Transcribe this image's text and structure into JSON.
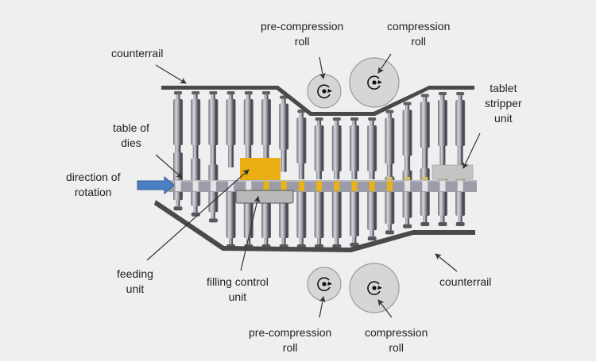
{
  "diagram": {
    "title": "Rotary tablet press principle",
    "labels": {
      "counterrail_top": "counterrail",
      "pre_compression_roll_top": "pre-compression\nroll",
      "compression_roll_top": "compression\nroll",
      "table_of_dies": "table of\ndies",
      "tablet_stripper_unit": "tablet\nstripper\nunit",
      "direction_of_rotation": "direction of\nrotation",
      "feeding_unit": "feeding\nunit",
      "filling_control_unit": "filling control\nunit",
      "counterrail_bottom": "counterrail",
      "pre_compression_roll_bottom": "pre-compression\nroll",
      "compression_roll_bottom": "compression\nroll"
    },
    "colors": {
      "background": "#efefef",
      "rail": "#4a4a4a",
      "punch_body": "#8e8f97",
      "table": "#9c9ca8",
      "fill_material": "#e8b317",
      "feeding_unit": "#e8ae14",
      "filling_control_unit": "#b9b9b9",
      "stripper_unit": "#c4c4c4",
      "roll": "#d6d6d6",
      "direction_arrow": "#4a7fc1"
    },
    "stations": 17
  }
}
